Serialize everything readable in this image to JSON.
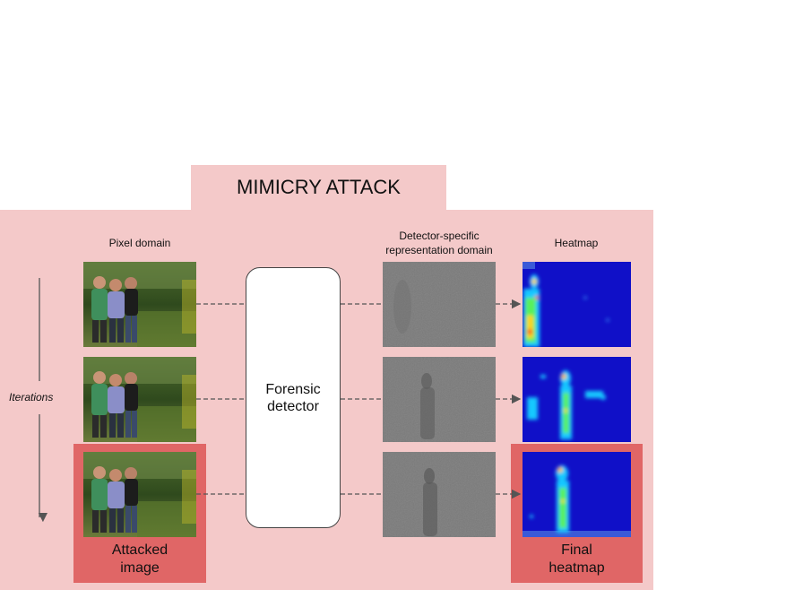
{
  "title": "MIMICRY ATTACK",
  "headers": {
    "pixel_domain": "Pixel domain",
    "representation_domain_line1": "Detector-specific",
    "representation_domain_line2": "representation domain",
    "heatmap": "Heatmap"
  },
  "side_label": "Iterations",
  "detector": {
    "line1": "Forensic",
    "line2": "detector"
  },
  "attacked_label": {
    "line1": "Attacked",
    "line2": "image"
  },
  "final_label": {
    "line1": "Final",
    "line2": "heatmap"
  },
  "rows": [
    {
      "photo": "pixel-image-photo",
      "representation": "noise-map",
      "heatmap": "heatmap-iteration-1"
    },
    {
      "photo": "pixel-image-photo",
      "representation": "noise-map",
      "heatmap": "heatmap-iteration-2"
    },
    {
      "photo": "pixel-image-photo",
      "representation": "noise-map",
      "heatmap": "heatmap-final"
    }
  ],
  "colors": {
    "panel": "#f4c9c9",
    "highlight": "#e06666",
    "heatmap_background": "#1010c8",
    "representation_gray": "#7a7a7a"
  }
}
